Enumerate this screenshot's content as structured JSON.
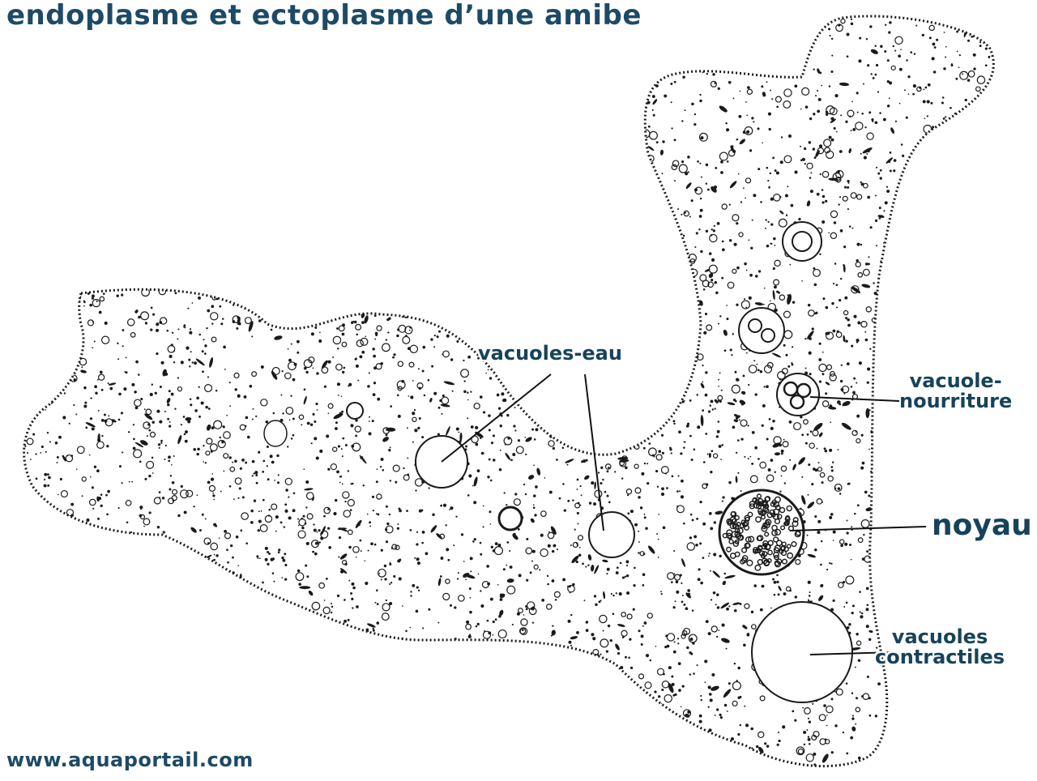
{
  "diagram": {
    "title": "endoplasme et ectoplasme d’une amibe",
    "watermark": "www.aquaportail.com",
    "labels": {
      "vacuoles_eau": "vacuoles-eau",
      "vacuole_nourriture_line1": "vacuole-",
      "vacuole_nourriture_line2": "nourriture",
      "noyau": "noyau",
      "vacuoles_contractiles_line1": "vacuoles",
      "vacuoles_contractiles_line2": "contractiles"
    },
    "colors": {
      "label": "#17435a",
      "ink": "#1a1a1a",
      "background": "#ffffff"
    }
  }
}
